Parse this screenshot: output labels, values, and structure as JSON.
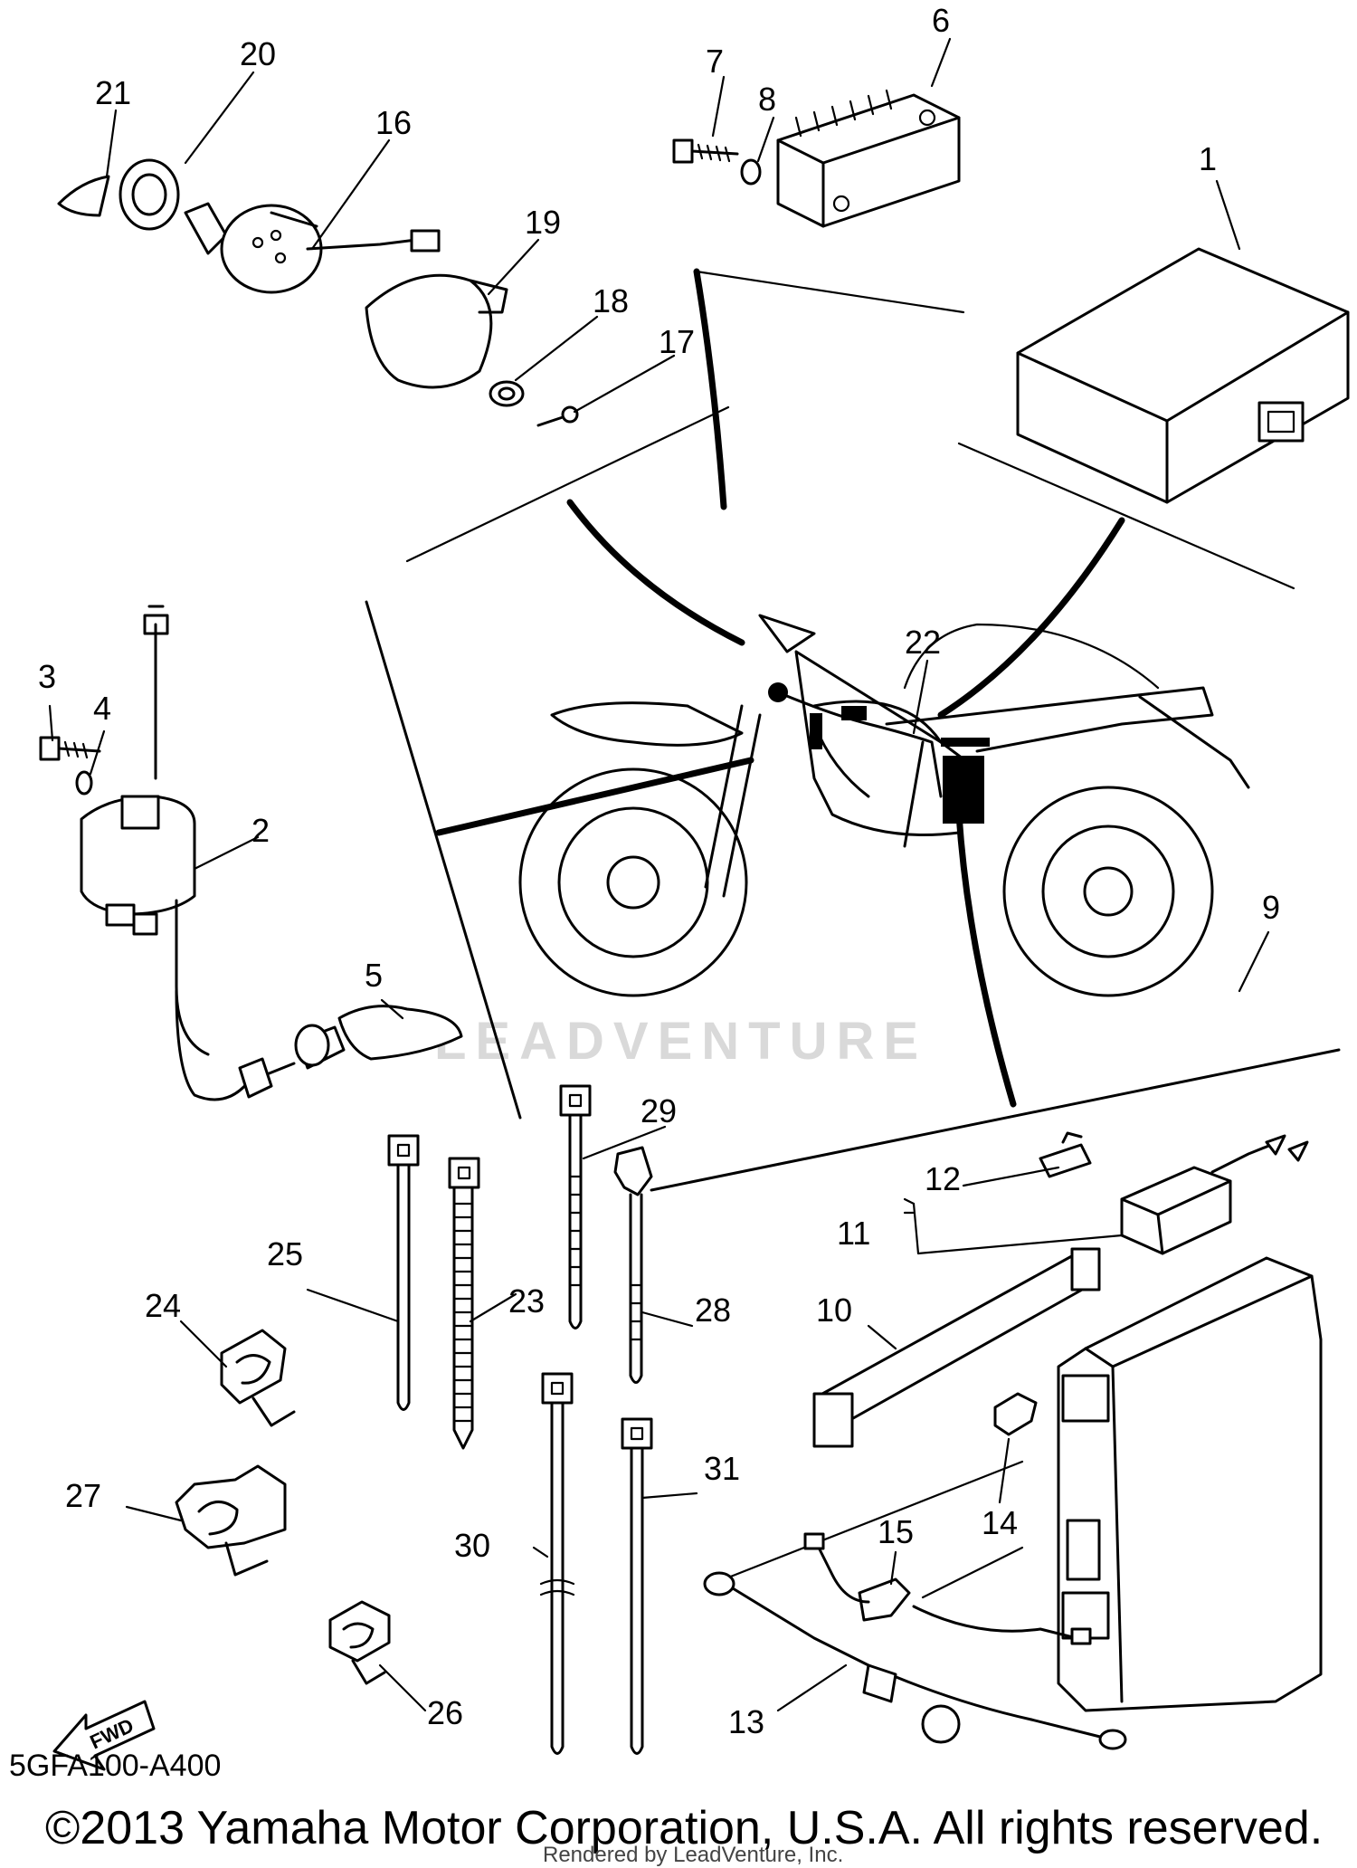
{
  "diagram": {
    "callouts": [
      "1",
      "2",
      "3",
      "4",
      "5",
      "6",
      "7",
      "8",
      "9",
      "10",
      "11",
      "12",
      "13",
      "14",
      "15",
      "16",
      "17",
      "18",
      "19",
      "20",
      "21",
      "22",
      "23",
      "24",
      "25",
      "26",
      "27",
      "28",
      "29",
      "30",
      "31"
    ],
    "fwd_label": "FWD",
    "watermark": "LEADVENTURE",
    "drawing_code": "5GFA100-A400",
    "copyright": "©2013 Yamaha Motor Corporation, U.S.A. All rights reserved.",
    "rendered_by": "Rendered by LeadVenture, Inc."
  }
}
